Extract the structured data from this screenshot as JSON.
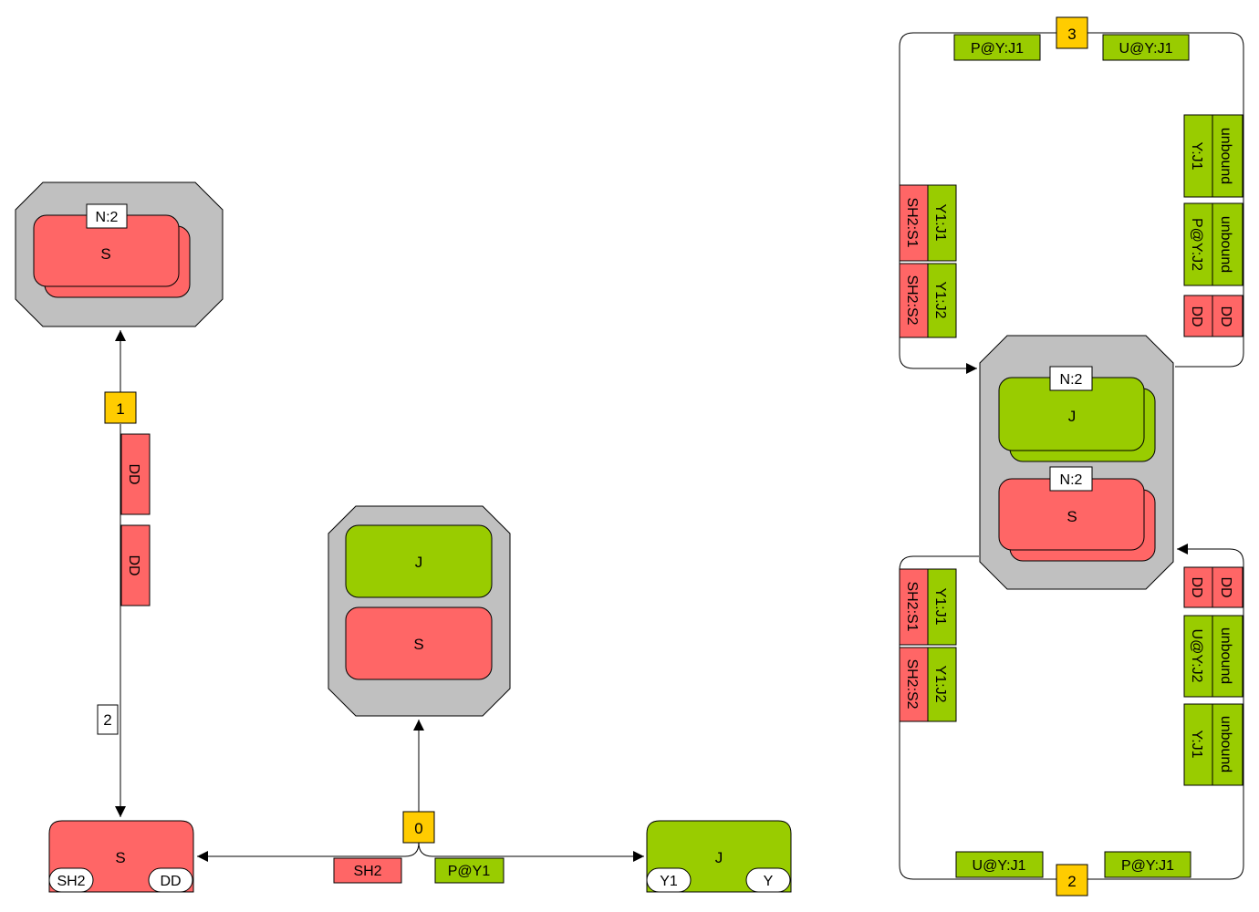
{
  "colors": {
    "red": "#ff6666",
    "green": "#99cc00",
    "gray": "#c0c0c0",
    "orange": "#ffcc00",
    "white": "#ffffff",
    "line": "#000000"
  },
  "left_flow": {
    "top_group": {
      "badge": "N:2",
      "node": "S"
    },
    "step_marker": "1",
    "edge_labels": [
      "DD",
      "DD"
    ],
    "count_marker": "2"
  },
  "bottom_flow": {
    "source_node": {
      "label": "S",
      "ports": [
        "SH2",
        "DD"
      ]
    },
    "target_node": {
      "label": "J",
      "ports": [
        "Y1",
        "Y"
      ]
    },
    "junction_marker": "0",
    "left_edge_label": "SH2",
    "right_edge_label": "P@Y1",
    "group": {
      "nodes": [
        "J",
        "S"
      ]
    }
  },
  "right_cycle": {
    "group": {
      "j_badge": "N:2",
      "j_node": "J",
      "s_badge": "N:2",
      "s_node": "S"
    },
    "top_loop": {
      "marker": "3",
      "top_labels": [
        "P@Y:J1",
        "U@Y:J1"
      ],
      "left_labels": [
        {
          "red": "SH2:S1",
          "green": "Y1:J1"
        },
        {
          "red": "SH2:S2",
          "green": "Y1:J2"
        }
      ],
      "right_labels": [
        {
          "a": "Y:J1",
          "b": "unbound"
        },
        {
          "a": "P@Y:J2",
          "b": "unbound"
        },
        {
          "a": "DD",
          "b": "DD"
        }
      ]
    },
    "bottom_loop": {
      "marker": "2",
      "bottom_labels": [
        "U@Y:J1",
        "P@Y:J1"
      ],
      "left_labels": [
        {
          "red": "SH2:S1",
          "green": "Y1:J1"
        },
        {
          "red": "SH2:S2",
          "green": "Y1:J2"
        }
      ],
      "right_labels": [
        {
          "a": "DD",
          "b": "DD"
        },
        {
          "a": "U@Y:J2",
          "b": "unbound"
        },
        {
          "a": "Y:J1",
          "b": "unbound"
        }
      ]
    }
  }
}
